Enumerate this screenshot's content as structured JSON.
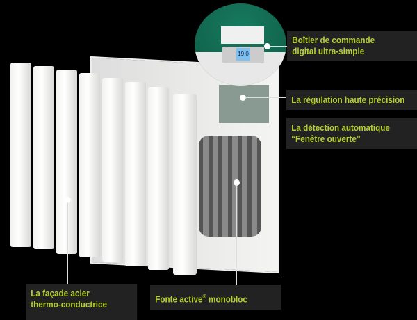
{
  "labels": {
    "control_box": [
      "Boîtier de commande",
      "digital ultra-simple"
    ],
    "regulation": "La régulation haute précision",
    "detection": [
      "La détection automatique",
      "“Fenêtre ouverte”"
    ],
    "facade": [
      "La façade acier",
      "thermo-conductrice"
    ],
    "fonte": "Fonte active",
    "fonte_reg": "®",
    "fonte_tail": " monobloc"
  },
  "display": {
    "temperature": "19.0"
  },
  "colors": {
    "label_text": "#b4d12e",
    "label_bg": "#222222",
    "zoom_bg": "#0e5a45"
  }
}
